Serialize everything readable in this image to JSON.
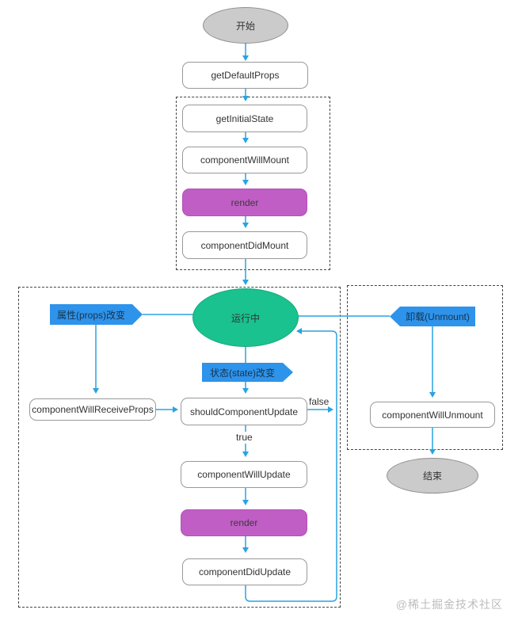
{
  "diagram": {
    "watermark": "@稀土掘金技术社区",
    "colors": {
      "connector_blue": "#29a3e0",
      "flag_blue": "#2e93ea",
      "render_purple": "#c05ec5",
      "running_green": "#19c28e",
      "terminal_gray": "#cbcbcb",
      "box_border": "#999999",
      "dashed_border": "#444444"
    },
    "nodes": {
      "start": "开始",
      "get_default_props": "getDefaultProps",
      "get_initial_state": "getInitialState",
      "component_will_mount": "componentWillMount",
      "render_mount": "render",
      "component_did_mount": "componentDidMount",
      "running": "运行中",
      "props_change": "属性(props)改变",
      "unmount": "卸载(Unmount)",
      "state_change": "状态(state)改变",
      "component_will_receive_props": "componentWillReceiveProps",
      "should_component_update": "shouldComponentUpdate",
      "component_will_update": "componentWillUpdate",
      "render_update": "render",
      "component_did_update": "componentDidUpdate",
      "component_will_unmount": "componentWillUnmount",
      "end": "结束"
    },
    "edge_labels": {
      "false_label": "false",
      "true_label": "true"
    }
  }
}
